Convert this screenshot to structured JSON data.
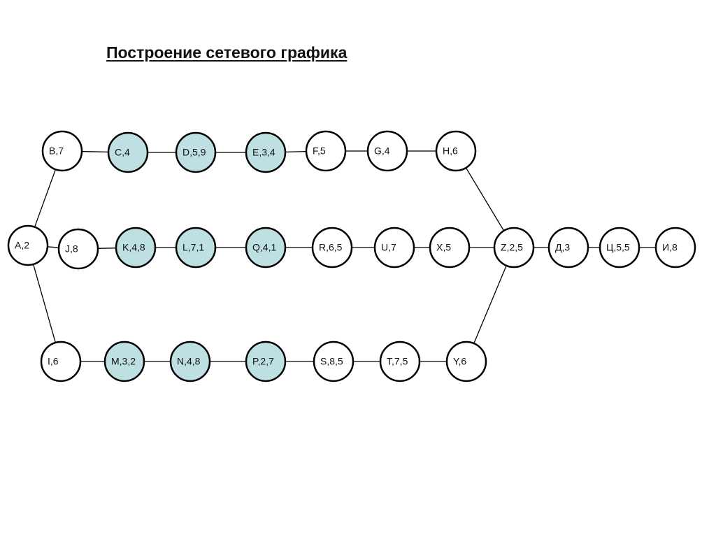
{
  "title": "Построение сетевого графика",
  "colors": {
    "highlight": "#bfe0e2",
    "plain": "#ffffff",
    "stroke": "#000000"
  },
  "nodes": [
    {
      "id": "B",
      "label": "B,7",
      "highlighted": false
    },
    {
      "id": "C",
      "label": "C,4",
      "highlighted": true
    },
    {
      "id": "D",
      "label": "D,5,9",
      "highlighted": true
    },
    {
      "id": "E",
      "label": "E,3,4",
      "highlighted": true
    },
    {
      "id": "F",
      "label": "F,5",
      "highlighted": false
    },
    {
      "id": "G",
      "label": "G,4",
      "highlighted": false
    },
    {
      "id": "H",
      "label": "H,6",
      "highlighted": false
    },
    {
      "id": "A",
      "label": "A,2",
      "highlighted": false
    },
    {
      "id": "J",
      "label": "J,8",
      "highlighted": false
    },
    {
      "id": "K",
      "label": "K,4,8",
      "highlighted": true
    },
    {
      "id": "L",
      "label": "L,7,1",
      "highlighted": true
    },
    {
      "id": "Q",
      "label": "Q,4,1",
      "highlighted": true
    },
    {
      "id": "R",
      "label": "R,6,5",
      "highlighted": false
    },
    {
      "id": "U",
      "label": "U,7",
      "highlighted": false
    },
    {
      "id": "X",
      "label": "X,5",
      "highlighted": false
    },
    {
      "id": "Z",
      "label": "Z,2,5",
      "highlighted": false
    },
    {
      "id": "De",
      "label": "Д,3",
      "highlighted": false
    },
    {
      "id": "Ts",
      "label": "Ц,5,5",
      "highlighted": false
    },
    {
      "id": "I8",
      "label": "И,8",
      "highlighted": false
    },
    {
      "id": "I",
      "label": "I,6",
      "highlighted": false
    },
    {
      "id": "M",
      "label": "M,3,2",
      "highlighted": true
    },
    {
      "id": "N",
      "label": "N,4,8",
      "highlighted": true
    },
    {
      "id": "P",
      "label": "P,2,7",
      "highlighted": true
    },
    {
      "id": "S",
      "label": "S,8,5",
      "highlighted": false
    },
    {
      "id": "T",
      "label": "T,7,5",
      "highlighted": false
    },
    {
      "id": "Y",
      "label": "Y,6",
      "highlighted": false
    }
  ],
  "edges": [
    [
      "A",
      "B"
    ],
    [
      "B",
      "C"
    ],
    [
      "C",
      "D"
    ],
    [
      "D",
      "E"
    ],
    [
      "E",
      "F"
    ],
    [
      "F",
      "G"
    ],
    [
      "G",
      "H"
    ],
    [
      "H",
      "Z"
    ],
    [
      "A",
      "J"
    ],
    [
      "J",
      "K"
    ],
    [
      "K",
      "L"
    ],
    [
      "L",
      "Q"
    ],
    [
      "Q",
      "R"
    ],
    [
      "R",
      "U"
    ],
    [
      "U",
      "X"
    ],
    [
      "X",
      "Z"
    ],
    [
      "Z",
      "De"
    ],
    [
      "De",
      "Ts"
    ],
    [
      "Ts",
      "I8"
    ],
    [
      "A",
      "I"
    ],
    [
      "I",
      "M"
    ],
    [
      "M",
      "N"
    ],
    [
      "N",
      "P"
    ],
    [
      "P",
      "S"
    ],
    [
      "S",
      "T"
    ],
    [
      "T",
      "Y"
    ],
    [
      "Y",
      "Z"
    ]
  ]
}
